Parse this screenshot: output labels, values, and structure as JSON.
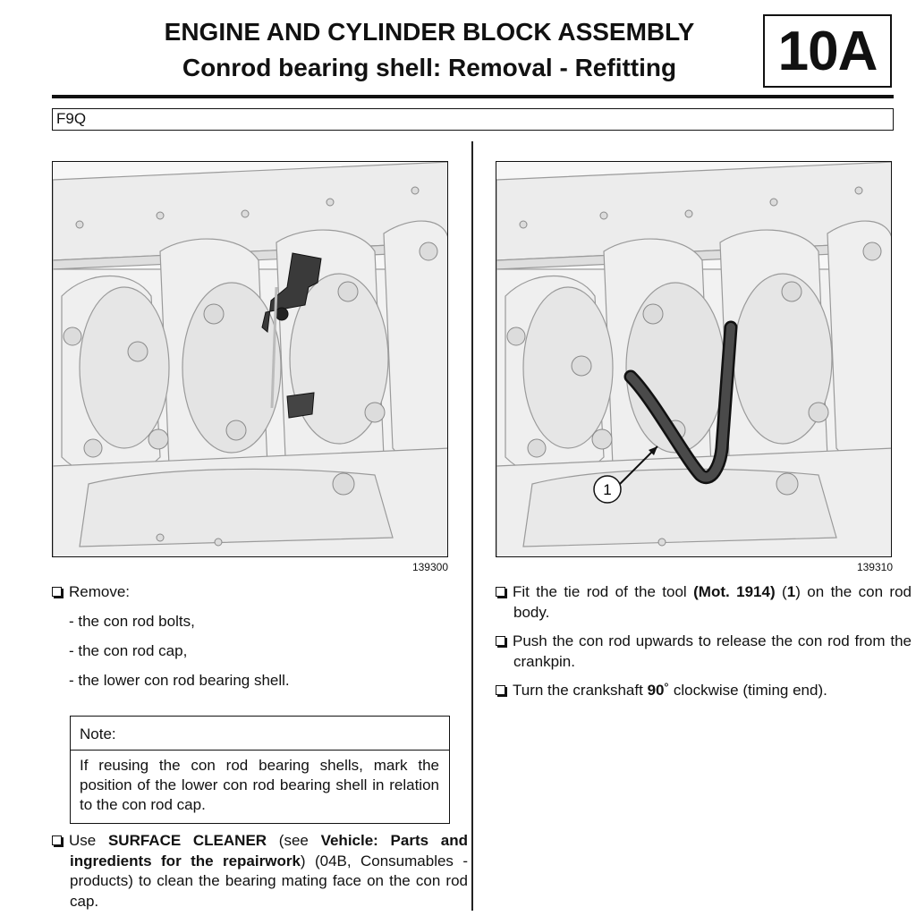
{
  "header": {
    "title": "ENGINE AND CYLINDER BLOCK ASSEMBLY",
    "subtitle": "Conrod bearing shell: Removal - Refitting",
    "section_code": "10A",
    "engine": "F9Q"
  },
  "figures": {
    "left": {
      "ref": "139300"
    },
    "right": {
      "ref": "139310",
      "callout": "1"
    }
  },
  "left_column": {
    "remove_label": "Remove:",
    "remove_items": [
      "- the con rod bolts,",
      "- the con rod cap,",
      "- the lower con rod bearing shell."
    ],
    "note": {
      "heading": "Note:",
      "body": "If reusing the con rod bearing shells, mark the position of the lower con rod bearing shell in relation to the con rod cap."
    },
    "use_step": {
      "use": "Use",
      "product": "SURFACE CLEANER",
      "see": "(see",
      "ref_bold": "Vehicle: Parts and ingredients for the repairwork",
      "rest": ") (04B, Consumables - products) to clean the bearing mating face on the con rod cap."
    }
  },
  "right_column": {
    "step1": {
      "pre": "Fit the tie rod of the tool",
      "tool": "(Mot. 1914)",
      "mid": "(",
      "num": "1",
      "post": ") on the con rod body."
    },
    "step2": "Push the con rod upwards to release the con rod from the crankpin.",
    "step3": {
      "pre": "Turn the crankshaft",
      "angle": "90",
      "deg": "˚",
      "post": "clockwise (timing end)."
    }
  }
}
